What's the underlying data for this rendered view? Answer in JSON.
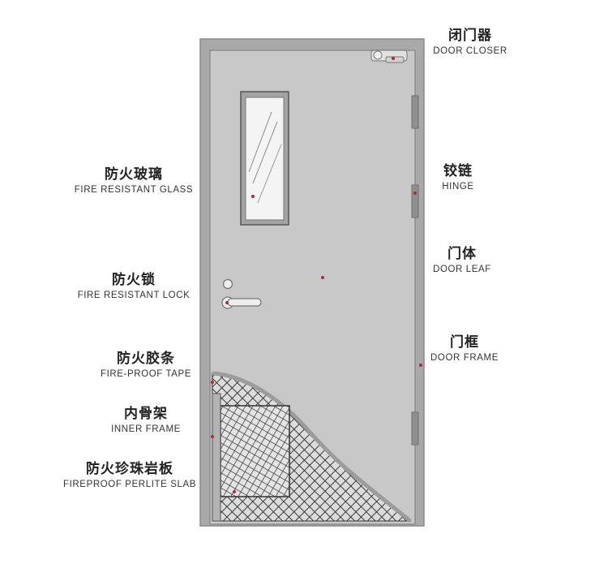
{
  "colors": {
    "frame": "#a9a9a9",
    "leaf": "#c7c7c7",
    "leader": "#b0283c",
    "leader_fade": "#e6b8c0",
    "mesh_bg": "#dcdcdc",
    "mesh_line": "#3a3a3a"
  },
  "labels": {
    "door_closer": {
      "cn": "闭门器",
      "en": "DOOR CLOSER"
    },
    "hinge": {
      "cn": "铰链",
      "en": "HINGE"
    },
    "door_leaf": {
      "cn": "门体",
      "en": "DOOR LEAF"
    },
    "door_frame": {
      "cn": "门框",
      "en": "DOOR FRAME"
    },
    "fire_glass": {
      "cn": "防火玻璃",
      "en": "FIRE  RESISTANT GLASS"
    },
    "fire_lock": {
      "cn": "防火锁",
      "en": "FIRE  RESISTANT LOCK"
    },
    "fire_tape": {
      "cn": "防火胶条",
      "en": "FIRE-PROOF TAPE"
    },
    "inner_frame": {
      "cn": "内骨架",
      "en": "INNER FRAME"
    },
    "perlite_slab": {
      "cn": "防火珍珠岩板",
      "en": "FIREPROOF PERLITE SLAB"
    }
  }
}
